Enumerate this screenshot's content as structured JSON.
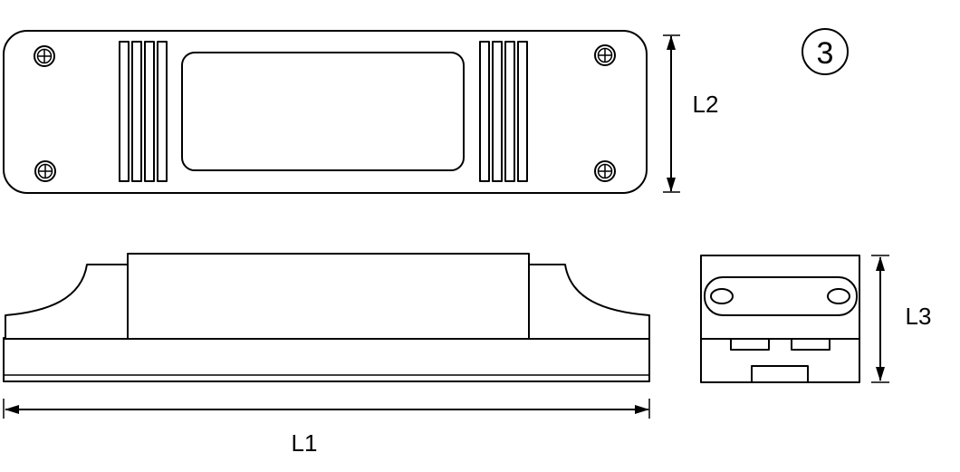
{
  "figure": {
    "view_number": "3",
    "dimensions": {
      "length": "L1",
      "width": "L2",
      "height": "L3"
    }
  }
}
